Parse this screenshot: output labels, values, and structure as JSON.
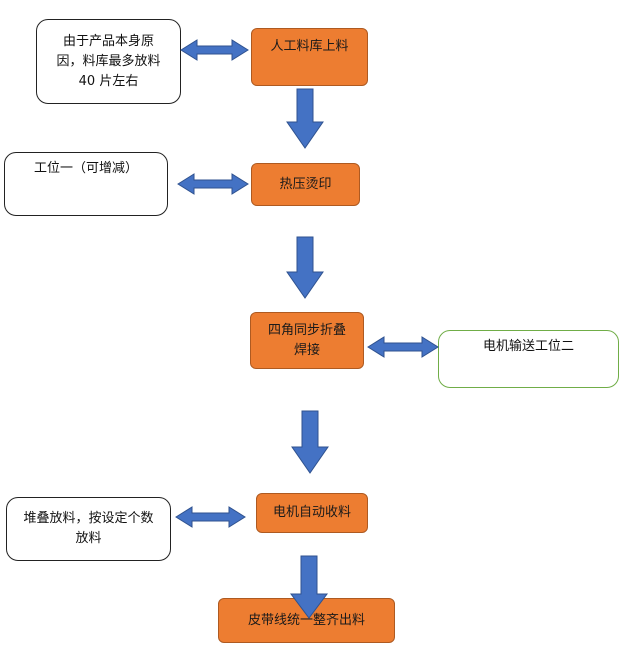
{
  "process_steps": [
    {
      "id": "s1",
      "label": "人工料库上料"
    },
    {
      "id": "s2",
      "label": "热压烫印"
    },
    {
      "id": "s3",
      "label": "四角同步折叠\n焊接"
    },
    {
      "id": "s4",
      "label": "电机自动收料"
    },
    {
      "id": "s5",
      "label": "皮带线统一整齐出料"
    }
  ],
  "notes": [
    {
      "id": "n1",
      "label": "由于产品本身原\n因，料库最多放料\n40 片左右"
    },
    {
      "id": "n2",
      "label": "工位一（可增减）"
    },
    {
      "id": "n3",
      "label": "电机输送工位二"
    },
    {
      "id": "n4",
      "label": "堆叠放料，按设定个数\n放料"
    }
  ],
  "colors": {
    "process_fill": "#ED7D31",
    "arrow_fill": "#4472C4",
    "note_green_border": "#70AD47"
  }
}
